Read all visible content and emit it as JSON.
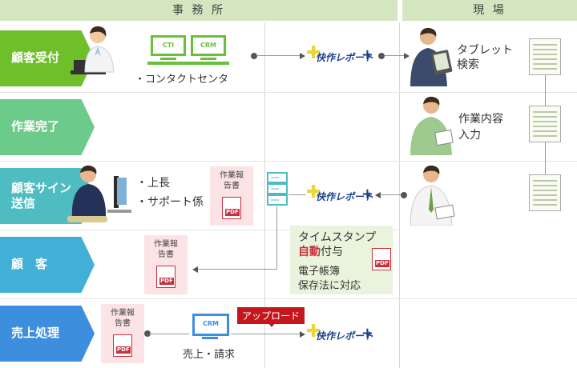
{
  "headers": {
    "office": "事 務 所",
    "field": "現 場"
  },
  "rows": [
    {
      "label": "顧客受付",
      "color": "#6fbf2a"
    },
    {
      "label": "作業完了",
      "color": "#6ccb8b"
    },
    {
      "label": "顧客サイン送信",
      "color": "#4fbcc1"
    },
    {
      "label": "顧　客",
      "color": "#42b0d6"
    },
    {
      "label": "売上処理",
      "color": "#3d8fdd"
    }
  ],
  "office": {
    "contact_center": "・コンタクトセンタ",
    "cti": "CTI",
    "crm": "CRM",
    "boss": "・上長",
    "support": "・サポート係",
    "work_report": "作業報告書",
    "pdf": "PDF",
    "sales_billing": "売上・請求",
    "upload": "アップロード",
    "timestamp_title": "タイムスタンプ",
    "timestamp_auto": "自動",
    "timestamp_rest": "付与",
    "timestamp_law_line1": "電子帳簿",
    "timestamp_law_line2": "保存法に対応"
  },
  "logo": {
    "text": "快作レポート",
    "plus": "+"
  },
  "field": {
    "tablet_search_line1": "タブレット",
    "tablet_search_line2": "検索",
    "work_input_line1": "作業内容",
    "work_input_line2": "入力"
  },
  "colors": {
    "pdf_red": "#c9303b",
    "logo_blue": "#1a3f8f",
    "upload_red": "#c4161c"
  }
}
